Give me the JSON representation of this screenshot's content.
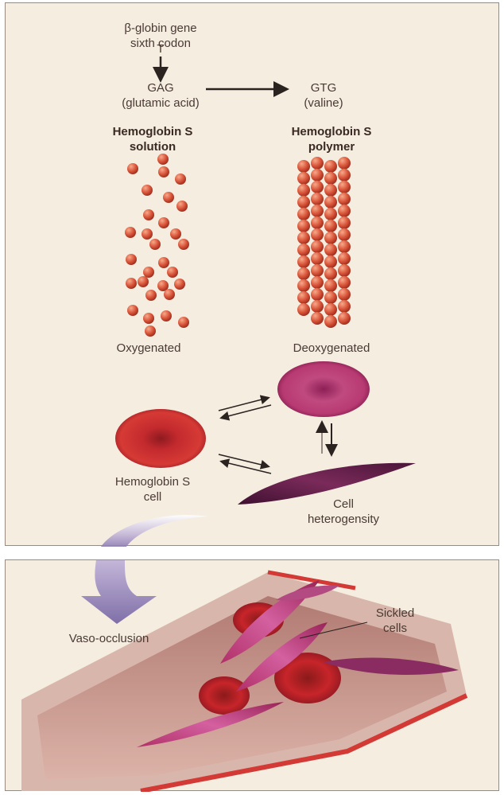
{
  "gene": {
    "line1": "β-globin gene",
    "line2": "sixth codon",
    "base": "T"
  },
  "codons": {
    "normal": {
      "codon": "GAG",
      "aa": "(glutamic acid)"
    },
    "mutant": {
      "codon": "GTG",
      "aa": "(valine)"
    }
  },
  "headers": {
    "solution": {
      "line1": "Hemoglobin S",
      "line2": "solution"
    },
    "polymer": {
      "line1": "Hemoglobin S",
      "line2": "polymer"
    }
  },
  "states": {
    "oxygenated": "Oxygenated",
    "deoxygenated": "Deoxygenated"
  },
  "cells": {
    "hbs_cell": {
      "line1": "Hemoglobin S",
      "line2": "cell"
    },
    "heterogeneity": {
      "line1": "Cell",
      "line2": "heterogensity"
    }
  },
  "vessel": {
    "vaso": "Vaso-occlusion",
    "sickled_line1": "Sickled",
    "sickled_line2": "cells"
  },
  "colors": {
    "panel": "#f4ede0",
    "molecule": "#d9553a",
    "red_cell": "#c6272c",
    "deoxy_cell": "#b0356e",
    "sickle_cell": "#5e1f42",
    "vessel_wall": "#c78a7d",
    "arrow_lavender": "#8e7eb3"
  }
}
